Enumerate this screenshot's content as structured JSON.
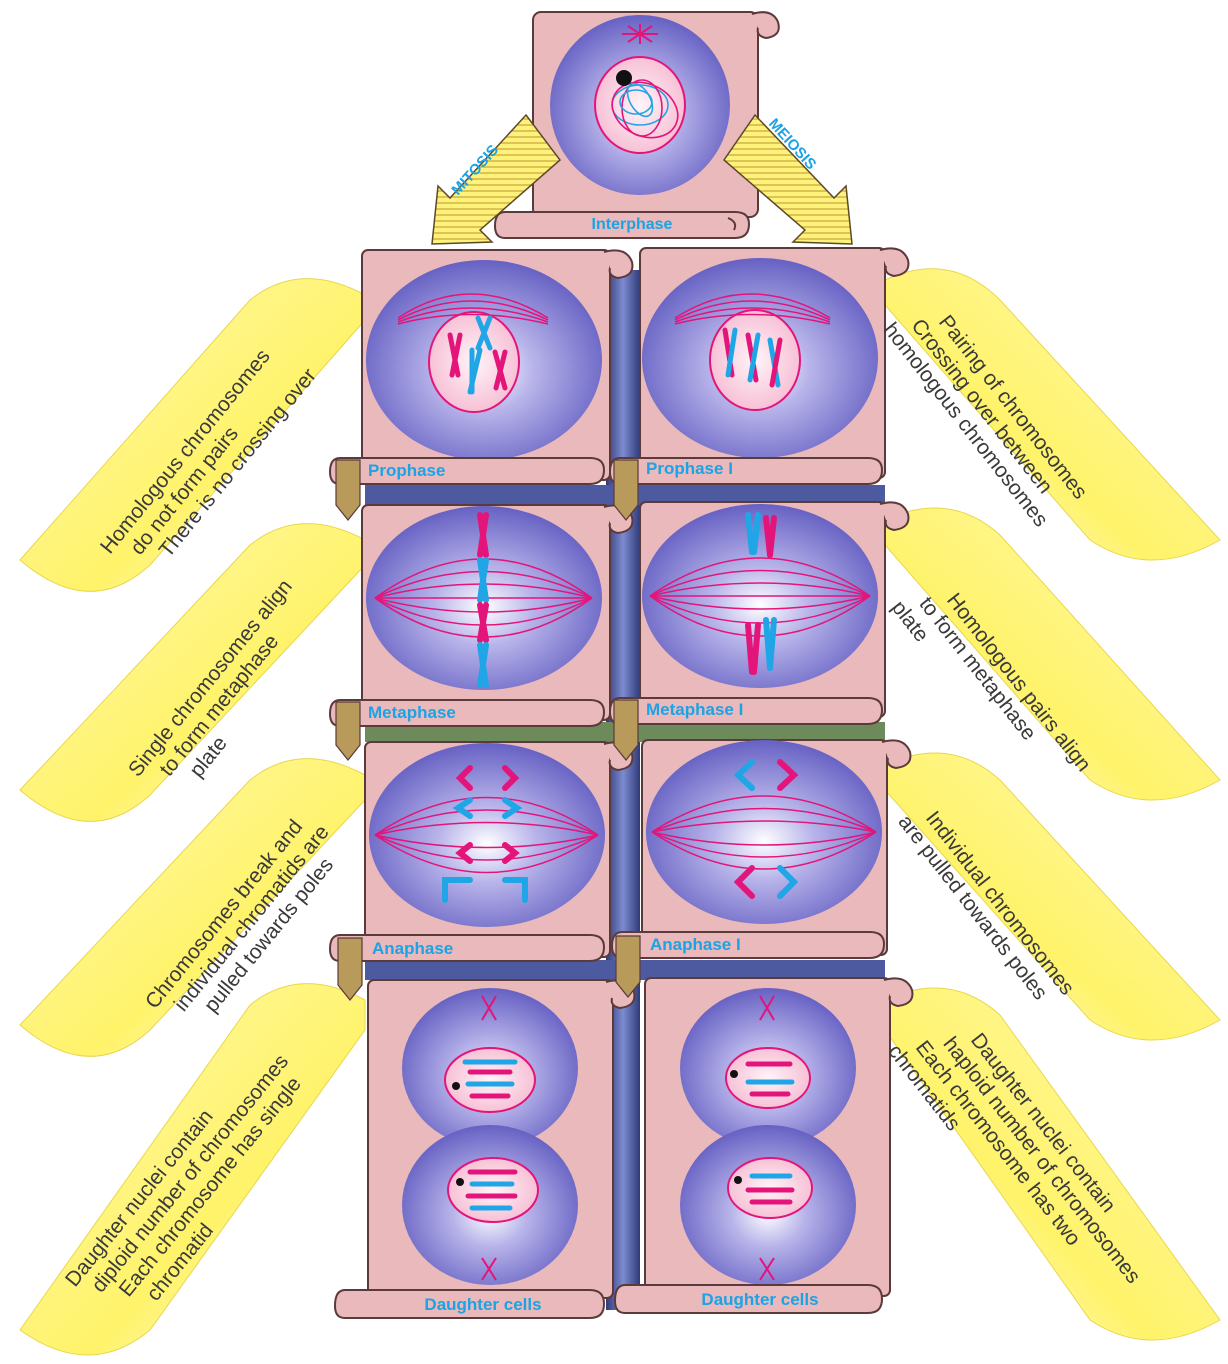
{
  "interphase": {
    "label": "Interphase",
    "arrow_left": "MITOSIS",
    "arrow_right": "MEIOSIS"
  },
  "mitosis": {
    "prophase": "Prophase",
    "metaphase": "Metaphase",
    "anaphase": "Anaphase",
    "daughter": "Daughter cells"
  },
  "meiosis": {
    "prophase": "Prophase I",
    "metaphase": "Metaphase I",
    "anaphase": "Anaphase I",
    "daughter": "Daughter cells"
  },
  "notes_left": {
    "prophase": [
      "Homologous chromosomes",
      "do not form pairs",
      "There is no crossing over"
    ],
    "metaphase": [
      "Single chromosomes align",
      "to form metaphase",
      "plate"
    ],
    "anaphase": [
      "Chromosomes break and",
      "individual chromatids are",
      "pulled towards poles"
    ],
    "daughter": [
      "Daughter nuclei contain",
      "diploid number of chromosomes",
      "Each chromosome has single",
      "chromatid"
    ]
  },
  "notes_right": {
    "prophase": [
      "Pairing of chromosomes",
      "Crossing over between",
      "homologous chromosomes"
    ],
    "metaphase": [
      "Homologous pairs align",
      "to form metaphase",
      "plate"
    ],
    "anaphase": [
      "Individual chromosomes",
      "are pulled towards poles"
    ],
    "daughter": [
      "Daughter nuclei contain",
      "haploid number of chromosomes",
      "Each chromosome has two",
      "chromatids"
    ]
  },
  "colors": {
    "card": "#e9b9bb",
    "cell": "#6a66c4",
    "chromosome_pink": "#e3157a",
    "chromosome_blue": "#20a6e6",
    "label": "#1ba3e6",
    "ribbon": "#fff27a",
    "spine": "#3e4a8a"
  }
}
